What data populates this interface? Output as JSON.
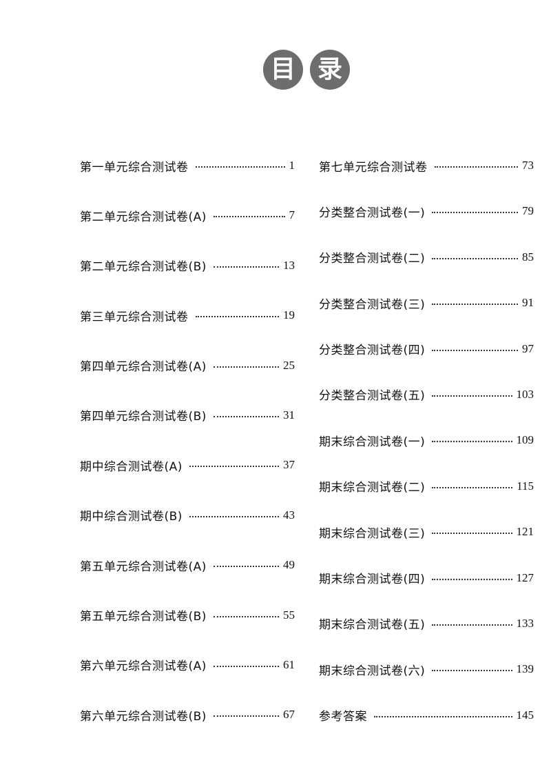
{
  "header": {
    "title_chars": [
      "目",
      "录"
    ]
  },
  "toc": {
    "left": [
      {
        "title": "第一单元综合测试卷",
        "page": "1"
      },
      {
        "title": "第二单元综合测试卷(A)",
        "page": "7"
      },
      {
        "title": "第二单元综合测试卷(B)",
        "page": "13"
      },
      {
        "title": "第三单元综合测试卷",
        "page": "19"
      },
      {
        "title": "第四单元综合测试卷(A)",
        "page": "25"
      },
      {
        "title": "第四单元综合测试卷(B)",
        "page": "31"
      },
      {
        "title": "期中综合测试卷(A)",
        "page": "37"
      },
      {
        "title": "期中综合测试卷(B)",
        "page": "43"
      },
      {
        "title": "第五单元综合测试卷(A)",
        "page": "49"
      },
      {
        "title": "第五单元综合测试卷(B)",
        "page": "55"
      },
      {
        "title": "第六单元综合测试卷(A)",
        "page": "61"
      },
      {
        "title": "第六单元综合测试卷(B)",
        "page": "67"
      }
    ],
    "right": [
      {
        "title": "第七单元综合测试卷",
        "page": "73"
      },
      {
        "title": "分类整合测试卷(一)",
        "page": "79"
      },
      {
        "title": "分类整合测试卷(二)",
        "page": "85"
      },
      {
        "title": "分类整合测试卷(三)",
        "page": "91"
      },
      {
        "title": "分类整合测试卷(四)",
        "page": "97"
      },
      {
        "title": "分类整合测试卷(五)",
        "page": "103"
      },
      {
        "title": "期末综合测试卷(一)",
        "page": "109"
      },
      {
        "title": "期末综合测试卷(二)",
        "page": "115"
      },
      {
        "title": "期末综合测试卷(三)",
        "page": "121"
      },
      {
        "title": "期末综合测试卷(四)",
        "page": "127"
      },
      {
        "title": "期末综合测试卷(五)",
        "page": "133"
      },
      {
        "title": "期末综合测试卷(六)",
        "page": "139"
      },
      {
        "title": "参考答案",
        "page": "145"
      }
    ]
  }
}
